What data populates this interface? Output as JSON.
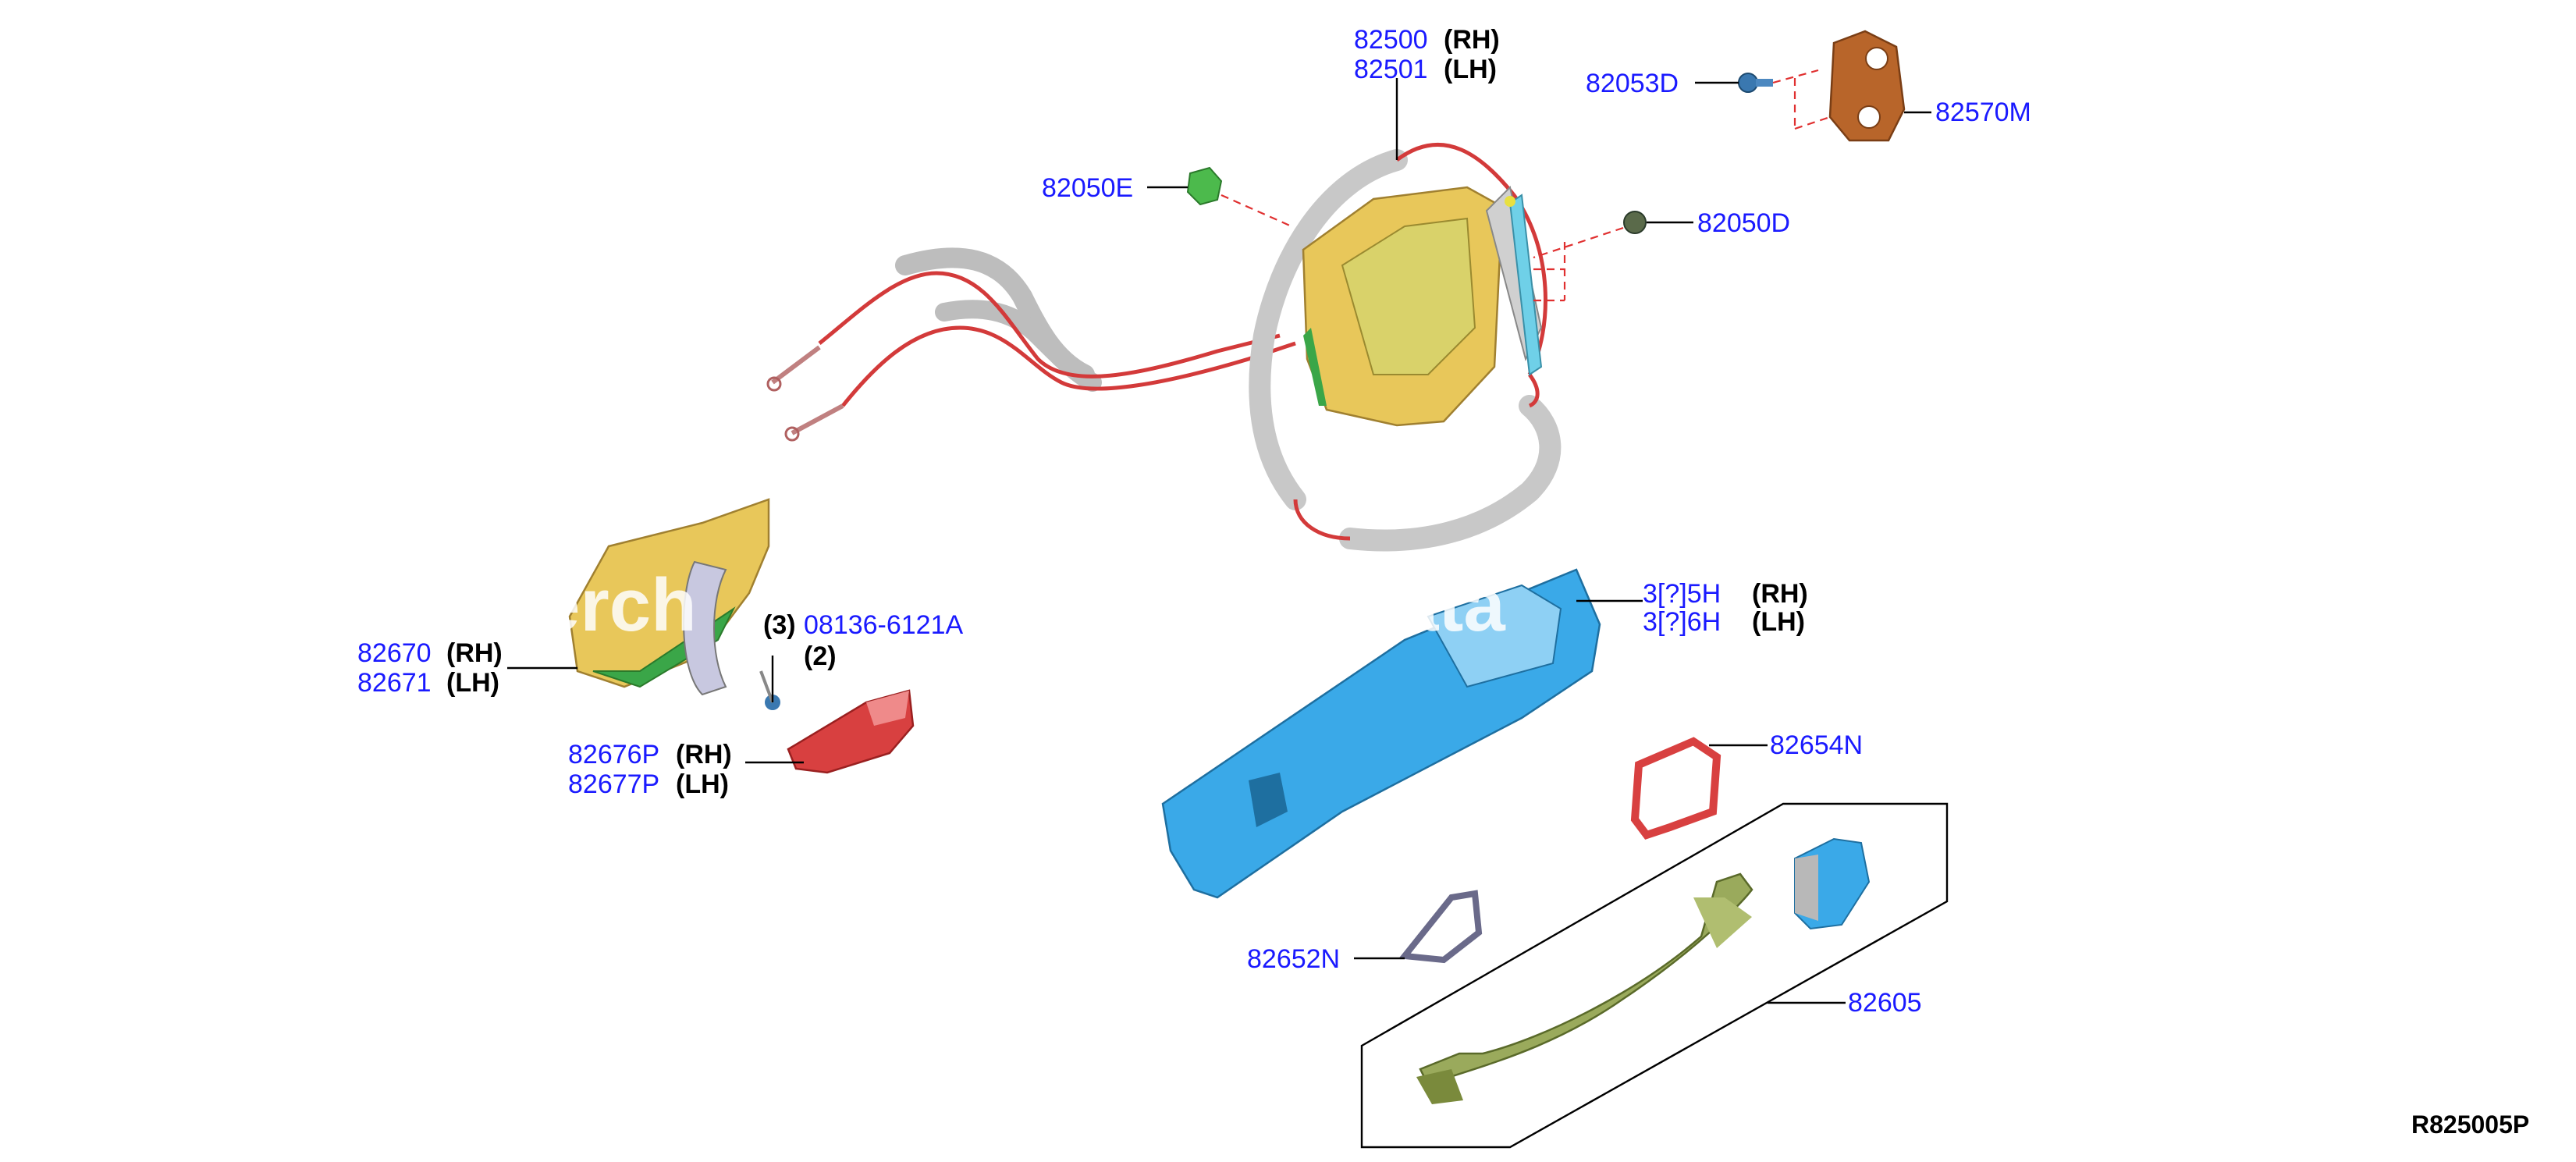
{
  "diagram_ref": "R825005P",
  "watermark": {
    "text_left": "erch",
    "text_right": "ata"
  },
  "colors": {
    "part_number": "#1a1aff",
    "leader": "#000000",
    "dash": "#e03030",
    "cable": "#d33a3a",
    "lock_body": "#e8c75a",
    "handle_base": "#3aa9e8",
    "handle": "#9aaa5c",
    "bezel": "#d84040",
    "striker": "#b8652a"
  },
  "labels": {
    "l82500": {
      "pn": "82500",
      "side": "(RH)"
    },
    "l82501": {
      "pn": "82501",
      "side": "(LH)"
    },
    "l82053D": {
      "pn": "82053D"
    },
    "l82570M": {
      "pn": "82570M"
    },
    "l82050E": {
      "pn": "82050E"
    },
    "l82050D": {
      "pn": "82050D"
    },
    "l82670": {
      "pn": "82670",
      "side": "(RH)"
    },
    "l82671": {
      "pn": "82671",
      "side": "(LH)"
    },
    "l08136": {
      "pn": "08136-6121A",
      "qty_prefix": "(3)",
      "qty": "(2)"
    },
    "l82676P": {
      "pn": "82676P",
      "side": "(RH)"
    },
    "l82677P": {
      "pn": "82677P",
      "side": "(LH)"
    },
    "l826x5H": {
      "pn": "3[?]5H",
      "side": "(RH)"
    },
    "l826x6H": {
      "pn": "3[?]6H",
      "side": "(LH)"
    },
    "l82654N": {
      "pn": "82654N"
    },
    "l82652N": {
      "pn": "82652N"
    },
    "l82605": {
      "pn": "82605"
    }
  },
  "parts": {
    "lock_assembly": "door-lock-actuator",
    "rod_cables": "lock-rod-cables",
    "striker": "door-striker",
    "inside_handle": "inside-handle-assembly",
    "escutcheon": "inside-handle-escutcheon",
    "outside_handle_bracket": "outside-handle-bracket",
    "outside_handle": "outside-handle-grip",
    "outside_handle_cap": "outside-handle-cap",
    "gasket_front": "handle-gasket-front",
    "gasket_rear": "handle-gasket-rear",
    "screw_small": "lock-screw",
    "clip_green": "rod-clip",
    "grommet_dark": "cable-grommet"
  }
}
